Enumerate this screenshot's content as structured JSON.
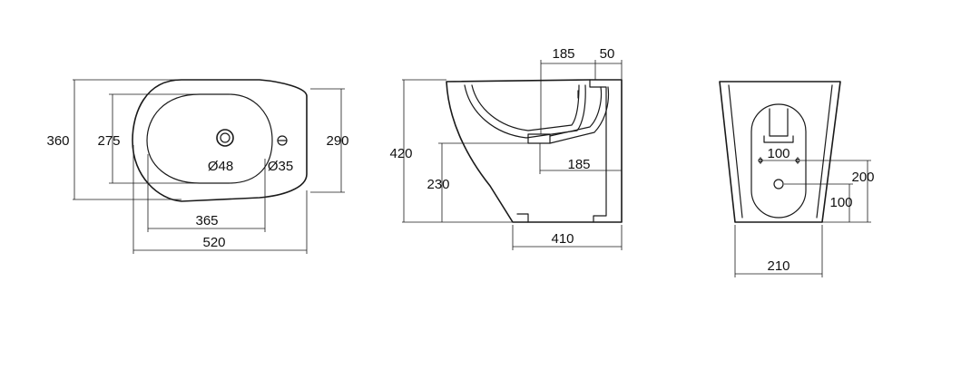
{
  "top_view": {
    "overall_length": "520",
    "overall_width": "360",
    "bowl_length": "365",
    "bowl_width": "275",
    "rim_width": "290",
    "drain_hole": "Ø48",
    "tap_hole": "Ø35"
  },
  "side_view": {
    "height": "420",
    "trap_height": "230",
    "depth": "410",
    "outlet_offset_bottom": "185",
    "outlet_offset_top": "185",
    "wall_offset": "50"
  },
  "rear_view": {
    "width": "210",
    "fixing_spacing": "100",
    "waste_height": "100",
    "fixing_height": "200"
  }
}
